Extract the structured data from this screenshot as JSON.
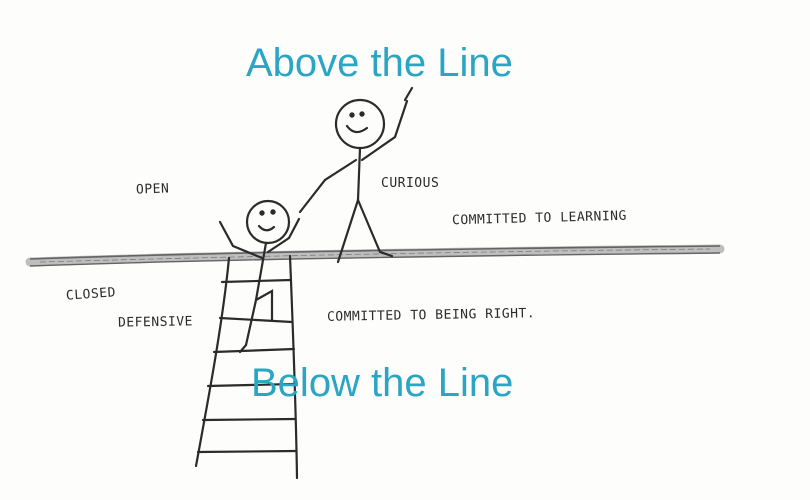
{
  "headings": {
    "above": "Above the Line",
    "below": "Below the Line"
  },
  "labels": {
    "open": "OPEN",
    "curious": "CURIOUS",
    "committed_learning": "COMMITTED TO LEARNING",
    "closed": "CLOSED",
    "defensive": "DEFENSIVE",
    "committed_right": "COMMITTED TO BEING RIGHT."
  },
  "colors": {
    "heading": "#2aa5c3",
    "ink": "#2b2b2b",
    "line_shading": "#8a8a8a"
  },
  "icons": {
    "upper_figure": "smiling-stick-figure-icon",
    "lower_figure": "climbing-stick-figure-icon",
    "ladder": "ladder-icon"
  }
}
